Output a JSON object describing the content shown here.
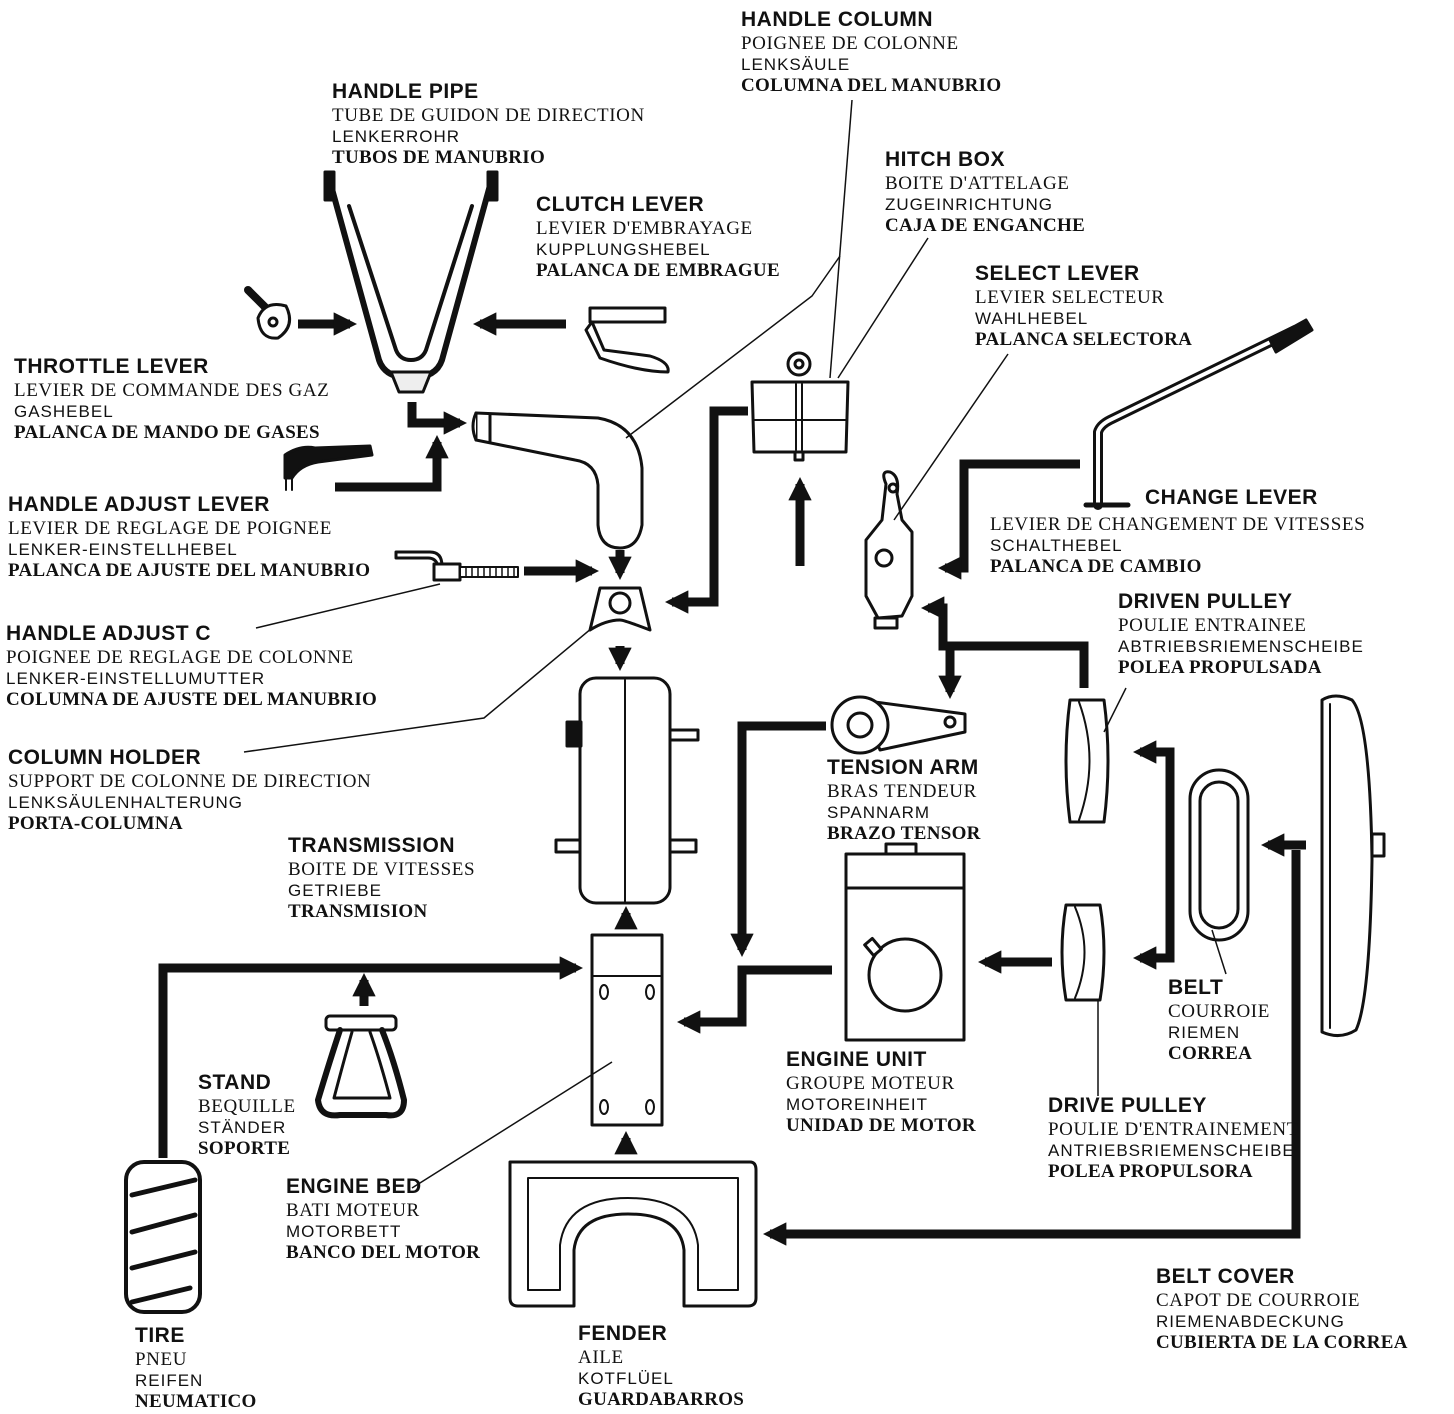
{
  "colors": {
    "ink": "#111111",
    "paper": "#ffffff",
    "fill": "#f4f4f4"
  },
  "labels": {
    "handle_column": {
      "title": "HANDLE COLUMN",
      "fr": "POIGNEE DE COLONNE",
      "de": "LENKSÄULE",
      "es": "COLUMNA DEL MANUBRIO"
    },
    "handle_pipe": {
      "title": "HANDLE PIPE",
      "fr": "TUBE DE GUIDON DE DIRECTION",
      "de": "LENKERROHR",
      "es": "TUBOS DE MANUBRIO"
    },
    "hitch_box": {
      "title": "HITCH BOX",
      "fr": "BOITE D'ATTELAGE",
      "de": "ZUGEINRICHTUNG",
      "es": "CAJA DE ENGANCHE"
    },
    "clutch_lever": {
      "title": "CLUTCH LEVER",
      "fr": "LEVIER D'EMBRAYAGE",
      "de": "KUPPLUNGSHEBEL",
      "es": "PALANCA DE EMBRAGUE"
    },
    "select_lever": {
      "title": "SELECT LEVER",
      "fr": "LEVIER SELECTEUR",
      "de": "WAHLHEBEL",
      "es": "PALANCA SELECTORA"
    },
    "throttle_lever": {
      "title": "THROTTLE LEVER",
      "fr": "LEVIER DE COMMANDE DES GAZ",
      "de": "GASHEBEL",
      "es": "PALANCA DE MANDO DE GASES"
    },
    "handle_adjust_lever": {
      "title": "HANDLE ADJUST LEVER",
      "fr": "LEVIER DE REGLAGE DE POIGNEE",
      "de": "LENKER-EINSTELLHEBEL",
      "es": "PALANCA DE AJUSTE DEL MANUBRIO"
    },
    "change_lever": {
      "title": "CHANGE LEVER",
      "fr": "LEVIER DE CHANGEMENT DE VITESSES",
      "de": "SCHALTHEBEL",
      "es": "PALANCA DE CAMBIO"
    },
    "driven_pulley": {
      "title": "DRIVEN PULLEY",
      "fr": "POULIE ENTRAINEE",
      "de": "ABTRIEBSRIEMENSCHEIBE",
      "es": "POLEA PROPULSADA"
    },
    "handle_adjust_c": {
      "title": "HANDLE ADJUST C",
      "fr": "POIGNEE DE REGLAGE DE COLONNE",
      "de": "LENKER-EINSTELLUMUTTER",
      "es": "COLUMNA DE AJUSTE DEL MANUBRIO"
    },
    "column_holder": {
      "title": "COLUMN HOLDER",
      "fr": "SUPPORT DE COLONNE DE DIRECTION",
      "de": "LENKSÄULENHALTERUNG",
      "es": "PORTA-COLUMNA"
    },
    "tension_arm": {
      "title": "TENSION ARM",
      "fr": "BRAS TENDEUR",
      "de": "SPANNARM",
      "es": "BRAZO TENSOR"
    },
    "transmission": {
      "title": "TRANSMISSION",
      "fr": "BOITE DE VITESSES",
      "de": "GETRIEBE",
      "es": "TRANSMISION"
    },
    "belt": {
      "title": "BELT",
      "fr": "COURROIE",
      "de": "RIEMEN",
      "es": "CORREA"
    },
    "stand": {
      "title": "STAND",
      "fr": "BEQUILLE",
      "de": "STÄNDER",
      "es": "SOPORTE"
    },
    "engine_unit": {
      "title": "ENGINE UNIT",
      "fr": "GROUPE MOTEUR",
      "de": "MOTOREINHEIT",
      "es": "UNIDAD DE MOTOR"
    },
    "drive_pulley": {
      "title": "DRIVE PULLEY",
      "fr": "POULIE D'ENTRAINEMENT",
      "de": "ANTRIEBSRIEMENSCHEIBE",
      "es": "POLEA PROPULSORA"
    },
    "engine_bed": {
      "title": "ENGINE BED",
      "fr": "BATI MOTEUR",
      "de": "MOTORBETT",
      "es": "BANCO DEL MOTOR"
    },
    "belt_cover": {
      "title": "BELT COVER",
      "fr": "CAPOT DE COURROIE",
      "de": "RIEMENABDECKUNG",
      "es": "CUBIERTA DE LA CORREA"
    },
    "tire": {
      "title": "TIRE",
      "fr": "PNEU",
      "de": "REIFEN",
      "es": "NEUMATICO"
    },
    "fender": {
      "title": "FENDER",
      "fr": "AILE",
      "de": "KOTFLÜEL",
      "es": "GUARDABARROS"
    }
  }
}
